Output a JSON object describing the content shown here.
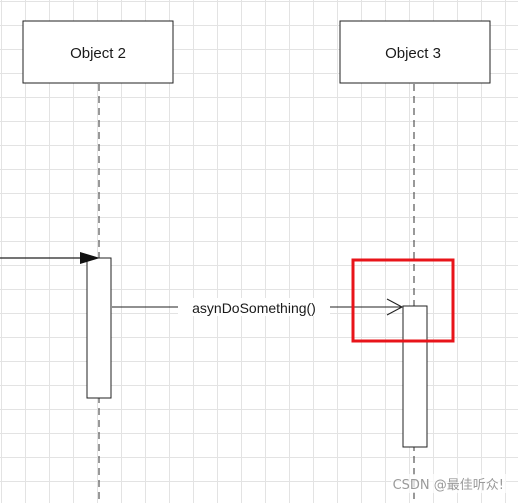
{
  "objects": [
    {
      "label": "Object 2"
    },
    {
      "label": "Object 3"
    }
  ],
  "message": {
    "label": "asynDoSomething()",
    "type": "asynchronous"
  },
  "highlight": {
    "color": "#e8141a"
  },
  "watermark": {
    "text": "CSDN @最佳听众!"
  },
  "colors": {
    "grid": "#e3e3e3",
    "line": "#333333",
    "highlight": "#e8141a"
  }
}
